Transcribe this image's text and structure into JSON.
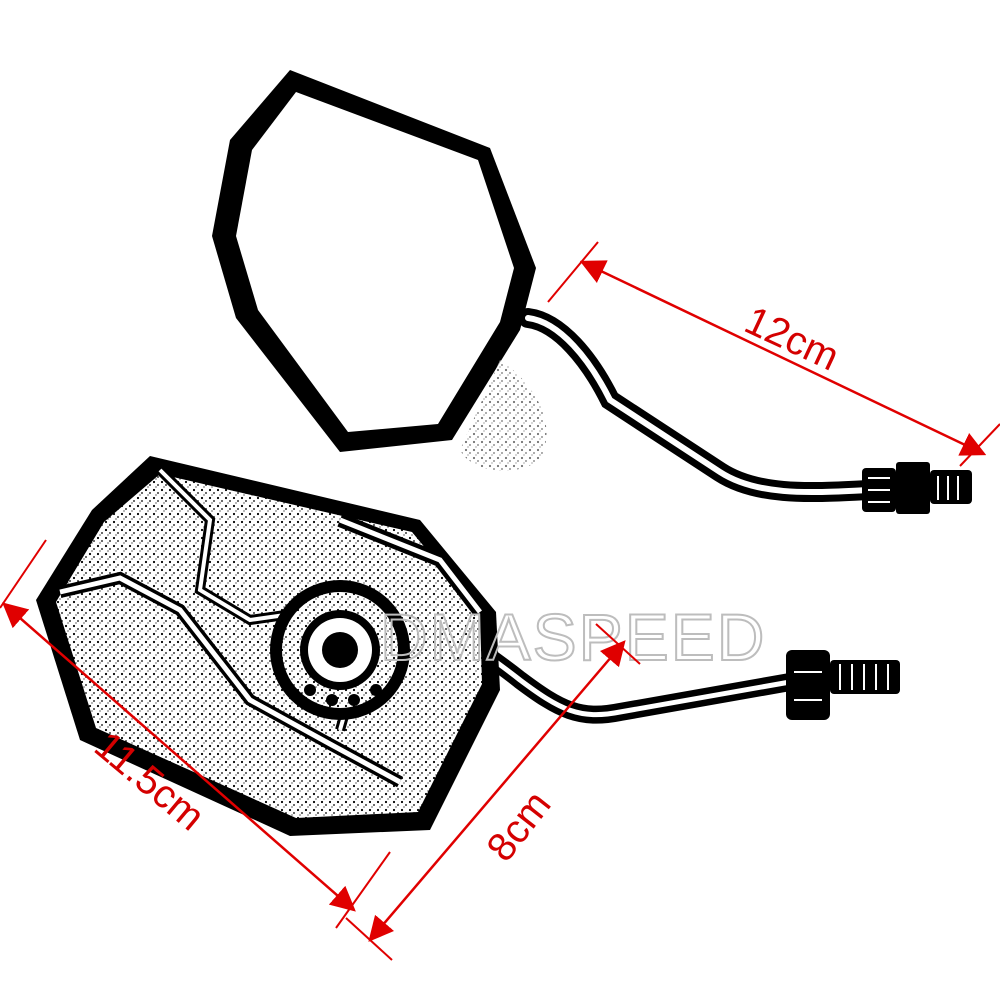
{
  "dimensions": {
    "stem_length": "12cm",
    "mirror_width": "11.5cm",
    "mirror_height": "8cm"
  },
  "watermark": "DMASPEED",
  "colors": {
    "dimension_line": "#e00000",
    "outline": "#000000",
    "background": "#ffffff",
    "watermark": "#bdbdbd"
  }
}
